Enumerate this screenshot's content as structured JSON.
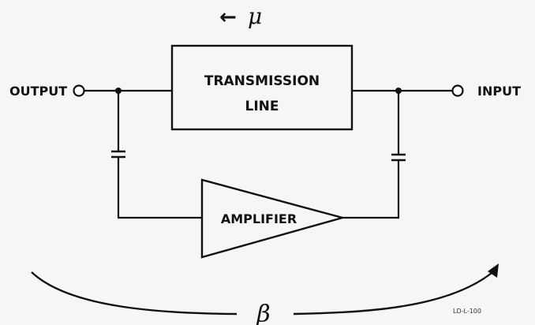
{
  "diagram": {
    "mu_symbol": "μ",
    "mu_arrow": "←",
    "beta_symbol": "β",
    "blocks": {
      "transmission_line": {
        "line1": "TRANSMISSION",
        "line2": "LINE"
      },
      "amplifier": "AMPLIFIER"
    },
    "terminals": {
      "output": "OUTPUT",
      "input": "INPUT"
    },
    "figure_code": "LD-L-100"
  }
}
